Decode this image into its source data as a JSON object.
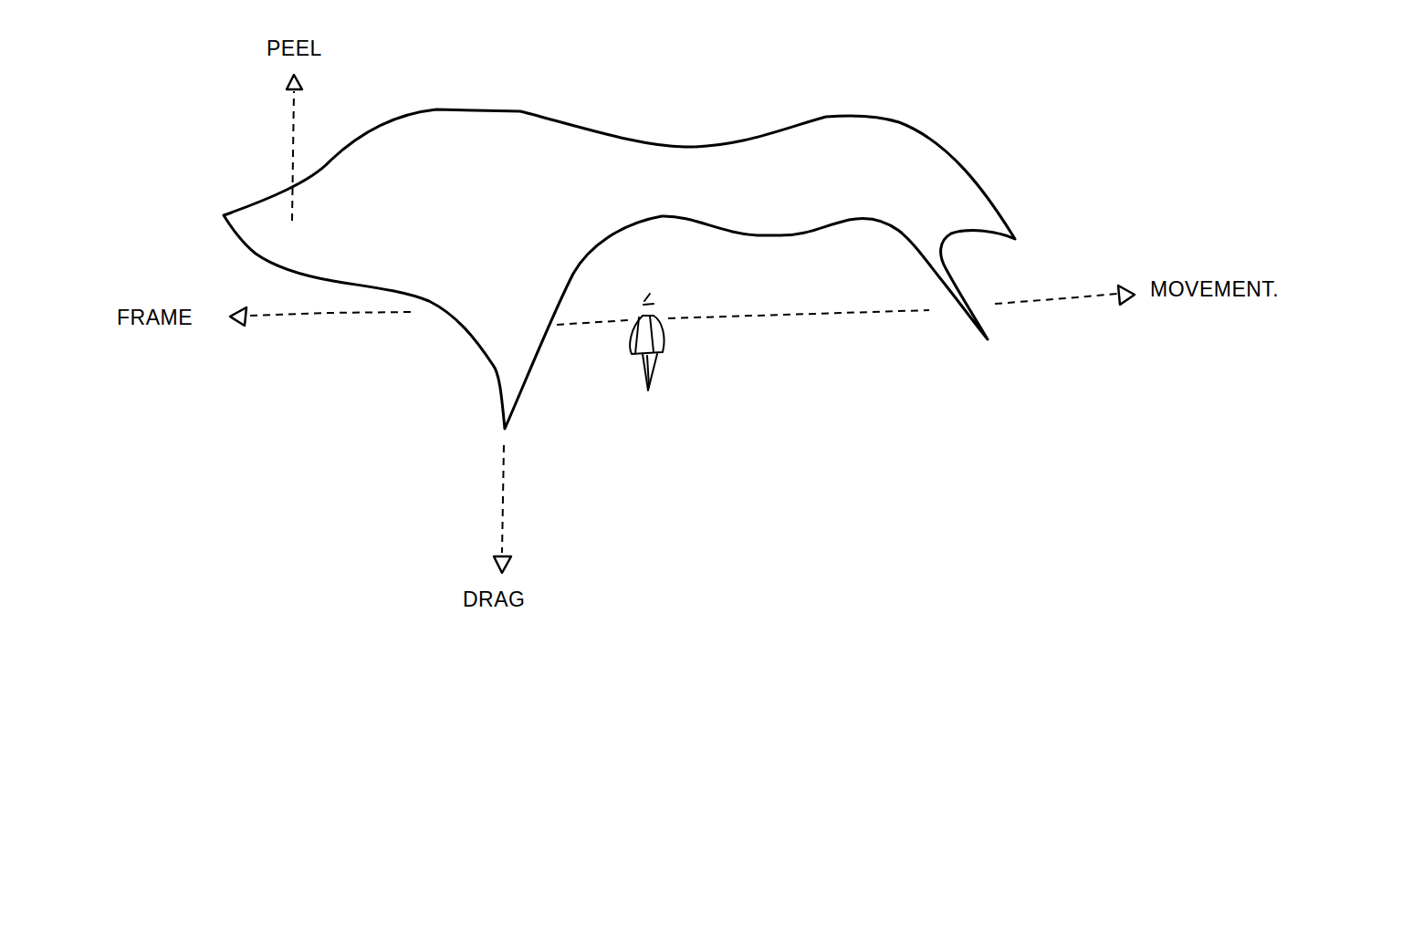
{
  "diagram": {
    "labels": [
      "PEEL",
      "FRAME",
      "DRAG",
      "MOVEMENT."
    ]
  }
}
